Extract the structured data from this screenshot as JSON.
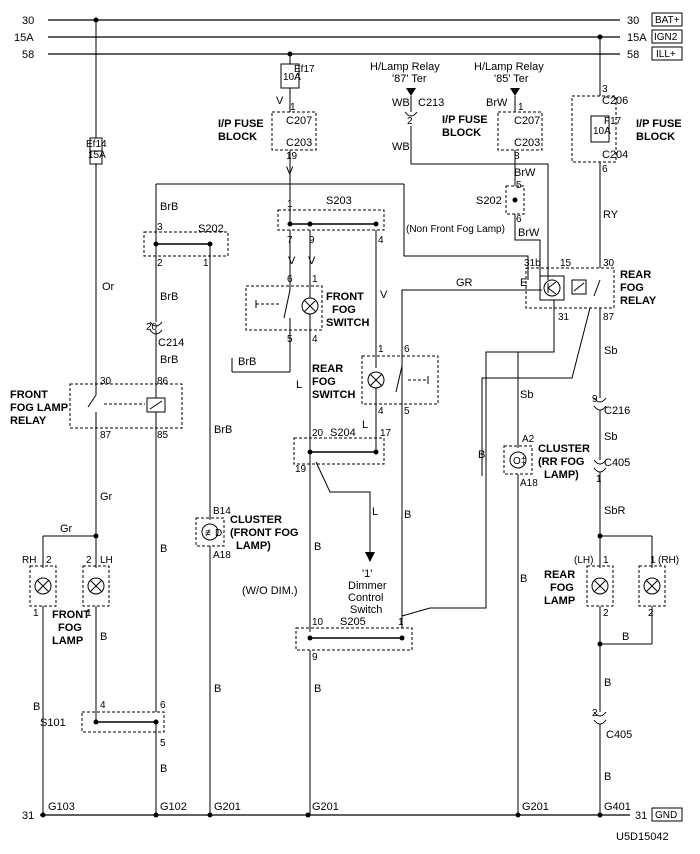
{
  "rails": {
    "left": [
      "30",
      "15A",
      "58"
    ],
    "right": [
      "30",
      "15A",
      "58"
    ],
    "right_tags": [
      "BAT+",
      "IGN2",
      "ILL+"
    ],
    "bottom_left": "31",
    "bottom_right": "31",
    "bottom_tag": "GND"
  },
  "grounds": [
    "G103",
    "G102",
    "G201",
    "G201",
    "G201",
    "G401"
  ],
  "fuses": {
    "ef17": {
      "name": "Ef17",
      "rating": "10A"
    },
    "ef14": {
      "name": "Ef14",
      "rating": "15A"
    },
    "f17": {
      "name": "F17",
      "rating": "10A"
    }
  },
  "components": {
    "ip_fuse_block_1": [
      "I/P FUSE",
      "BLOCK"
    ],
    "ip_fuse_block_2": [
      "I/P FUSE",
      "BLOCK"
    ],
    "ip_fuse_block_3": [
      "I/P FUSE",
      "BLOCK"
    ],
    "front_fog_switch": [
      "FRONT",
      "FOG",
      "SWITCH"
    ],
    "rear_fog_switch": [
      "REAR",
      "FOG",
      "SWITCH"
    ],
    "front_fog_relay": [
      "FRONT",
      "FOG LAMP",
      "RELAY"
    ],
    "rear_fog_relay": [
      "REAR",
      "FOG",
      "RELAY"
    ],
    "cluster_front": [
      "CLUSTER",
      "(FRONT FOG",
      "LAMP)"
    ],
    "cluster_rear": [
      "CLUSTER",
      "(RR FOG",
      "LAMP)"
    ],
    "front_fog_lamp": [
      "FRONT",
      "FOG",
      "LAMP"
    ],
    "rear_fog_lamp": [
      "REAR",
      "FOG",
      "LAMP"
    ],
    "hlamp_87": [
      "H/Lamp Relay",
      "'87' Ter"
    ],
    "hlamp_85": [
      "H/Lamp Relay",
      "'85' Ter"
    ],
    "dimmer": [
      "'1'",
      "Dimmer",
      "Control",
      "Switch"
    ],
    "non_front_fog": "(Non Front Fog Lamp)",
    "wo_dim": "(W/O DIM.)"
  },
  "connectors": {
    "c207a": "C207",
    "c203a": "C203",
    "c213": "C213",
    "c207b": "C207",
    "c203b": "C203",
    "c206": "C206",
    "c204": "C204",
    "c214": "C214",
    "c216": "C216",
    "c405a": "C405",
    "c405b": "C405"
  },
  "splices": {
    "s203": "S203",
    "s202a": "S202",
    "s202b": "S202",
    "s204": "S204",
    "s205": "S205",
    "s101": "S101"
  },
  "wires": {
    "v1": "V",
    "v2": "V",
    "v3": "V",
    "v4": "V",
    "wb1": "WB",
    "wb2": "WB",
    "brw1": "BrW",
    "brw2": "BrW",
    "brw3": "BrW",
    "or": "Or",
    "brb1": "BrB",
    "brb2": "BrB",
    "brb3": "BrB",
    "brb4": "BrB",
    "brb5": "BrB",
    "gr1": "Gr",
    "gr2": "Gr",
    "gr3": "GR",
    "b1": "B",
    "b2": "B",
    "b3": "B",
    "b4": "B",
    "b5": "B",
    "b6": "B",
    "b7": "B",
    "b8": "B",
    "b9": "B",
    "b10": "B",
    "b11": "B",
    "b12": "B",
    "b13": "B",
    "b14": "B",
    "l1": "L",
    "l2": "L",
    "ry": "RY",
    "sb1": "Sb",
    "sb2": "Sb",
    "sb3": "Sb",
    "sbr": "SbR",
    "e": "E"
  },
  "pins": {
    "p1a": "1",
    "p19a": "19",
    "p2a": "2",
    "p1b": "1",
    "p8": "8",
    "p5a": "5",
    "p6a": "6",
    "p3a": "3",
    "p6b": "6",
    "p1c": "1",
    "p7": "7",
    "p9a": "9",
    "p4a": "4",
    "p3b": "3",
    "p2b": "2",
    "p1d": "1",
    "p6c": "6",
    "p1e": "1",
    "p5b": "5",
    "p4b": "4",
    "p31b": "31b",
    "p15": "15",
    "p30a": "30",
    "p31": "31",
    "p87a": "87",
    "p20a": "20",
    "p30b": "30",
    "p86": "86",
    "p87b": "87",
    "p85": "85",
    "p1f": "1",
    "p6d": "6",
    "p4c": "4",
    "p5c": "5",
    "p20b": "20",
    "p17": "17",
    "p19b": "19",
    "pb14": "B14",
    "pa18a": "A18",
    "pa2": "A2",
    "pa18b": "A18",
    "p9b": "9",
    "p1g": "1",
    "prh": "RH",
    "p2c": "2",
    "p2d": "2",
    "plh": "LH",
    "p1h": "1",
    "p1i": "1",
    "p10": "10",
    "p1j": "1",
    "p9c": "9",
    "p4d": "4",
    "p6e": "6",
    "p5d": "5",
    "plh2": "(LH)",
    "prh2": "(RH)",
    "p1k": "1",
    "p1l": "1",
    "p2e": "2",
    "p2f": "2",
    "p2g": "2"
  },
  "code": "U5D15042"
}
